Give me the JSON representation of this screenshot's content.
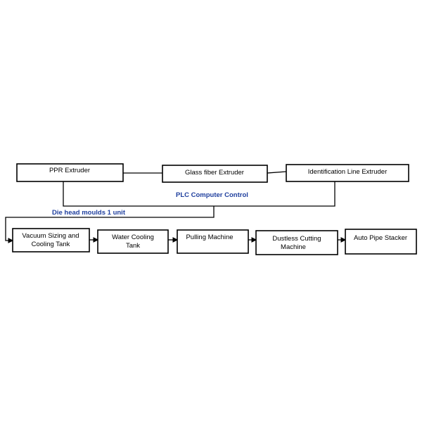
{
  "extruders": {
    "ppr": "PPR Extruder",
    "glass": "Glass fiber Extruder",
    "ident": "Identification Line Extruder"
  },
  "control_label": "PLC Computer Control",
  "die_label": "Die head moulds 1 unit",
  "process": {
    "vacuum": [
      "Vacuum Sizing and",
      "Cooling Tank"
    ],
    "water": [
      "Water Cooling",
      "Tank"
    ],
    "pulling": [
      "Pulling Machine"
    ],
    "cutting": [
      "Dustless Cutting",
      "Machine"
    ],
    "stacker": [
      "Auto Pipe Stacker"
    ]
  },
  "colors": {
    "line": "#000000",
    "annotation": "#1f3f9e"
  }
}
